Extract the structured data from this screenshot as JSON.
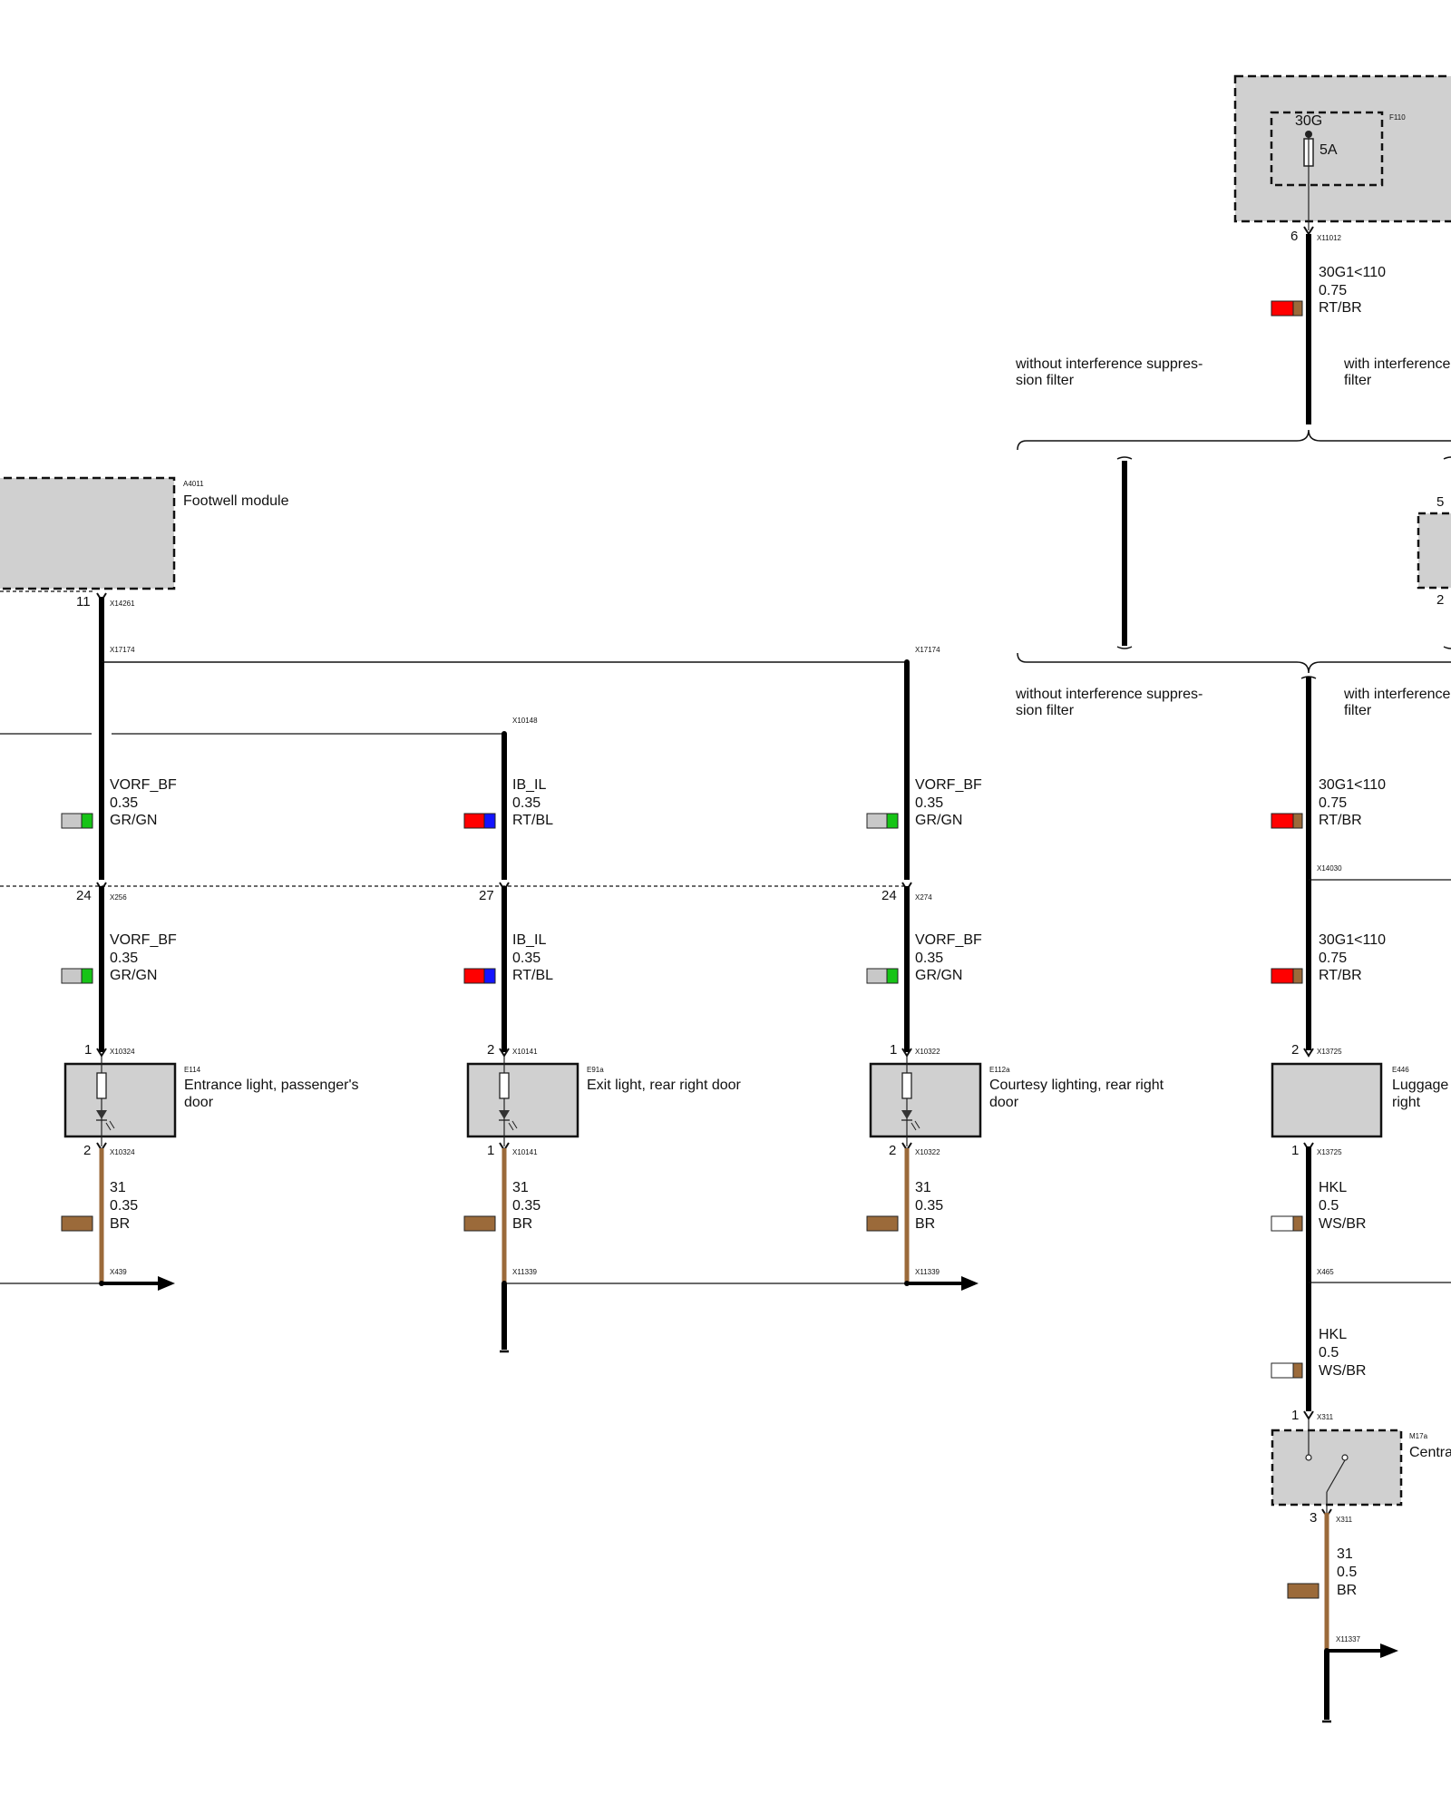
{
  "colors": {
    "background": "#ffffff",
    "component_fill": "#d0d0d0",
    "black_wire": "#000000",
    "brown_wire": "#9b6a3a",
    "red": "#ff0000",
    "blue": "#1414ff",
    "green": "#16c416",
    "grey": "#c8c8c8",
    "brown": "#9b6a3a",
    "white": "#ffffff"
  },
  "fuse": {
    "id": "F110",
    "terminal": "30G",
    "rating": "5A",
    "connector": "X11012",
    "pin": "6",
    "wire_signal": "30G1<110",
    "wire_size": "0.75",
    "wire_color": "RT/BR"
  },
  "variants": {
    "without": "without interference suppres-\nsion filter",
    "with": "with interference suppression\nfilter",
    "mid_pin_top": "5",
    "mid_pin_bottom": "2"
  },
  "footwell_module": {
    "id": "A4011",
    "name": "Footwell module",
    "pin": "11",
    "connector": "X14261",
    "splice": "X17174"
  },
  "splice_labels": {
    "x17174_right": "X17174",
    "x10148": "X10148",
    "x14030": "X14030",
    "x465": "X465"
  },
  "columns": [
    {
      "wire1": {
        "signal": "VORF_BF",
        "size": "0.35",
        "color": "GR/GN"
      },
      "door_pin": "24",
      "door_connector": "X256",
      "wire2": {
        "signal": "VORF_BF",
        "size": "0.35",
        "color": "GR/GN"
      },
      "comp_pin_top": "1",
      "comp_connector_top": "X10324",
      "component": {
        "id": "E114",
        "name": "Entrance light, passenger's\ndoor"
      },
      "comp_pin_bottom": "2",
      "comp_connector_bottom": "X10324",
      "ground": {
        "signal": "31",
        "size": "0.35",
        "color": "BR"
      },
      "ground_connector": "X439"
    },
    {
      "wire1": {
        "signal": "IB_IL",
        "size": "0.35",
        "color": "RT/BL"
      },
      "door_pin": "27",
      "door_connector": "",
      "wire2": {
        "signal": "IB_IL",
        "size": "0.35",
        "color": "RT/BL"
      },
      "comp_pin_top": "2",
      "comp_connector_top": "X10141",
      "component": {
        "id": "E91a",
        "name": "Exit light, rear right door"
      },
      "comp_pin_bottom": "1",
      "comp_connector_bottom": "X10141",
      "ground": {
        "signal": "31",
        "size": "0.35",
        "color": "BR"
      },
      "ground_connector": "X11339"
    },
    {
      "wire1": {
        "signal": "VORF_BF",
        "size": "0.35",
        "color": "GR/GN"
      },
      "door_pin": "24",
      "door_connector": "X274",
      "wire2": {
        "signal": "VORF_BF",
        "size": "0.35",
        "color": "GR/GN"
      },
      "comp_pin_top": "1",
      "comp_connector_top": "X10322",
      "component": {
        "id": "E112a",
        "name": "Courtesy lighting, rear right\ndoor"
      },
      "comp_pin_bottom": "2",
      "comp_connector_bottom": "X10322",
      "ground": {
        "signal": "31",
        "size": "0.35",
        "color": "BR"
      },
      "ground_connector": "X11339"
    }
  ],
  "right_column": {
    "wire_a": {
      "signal": "30G1<110",
      "size": "0.75",
      "color": "RT/BR"
    },
    "wire_b": {
      "signal": "30G1<110",
      "size": "0.75",
      "color": "RT/BR"
    },
    "luggage_pin_top": "2",
    "luggage_connector_top": "X13725",
    "luggage_light": {
      "id": "E446",
      "name": "Luggage compartment light,\nright"
    },
    "luggage_pin_bottom": "1",
    "luggage_connector_bottom": "X13725",
    "wire_c": {
      "signal": "HKL",
      "size": "0.5",
      "color": "WS/BR"
    },
    "wire_d": {
      "signal": "HKL",
      "size": "0.5",
      "color": "WS/BR"
    },
    "switch_pin_top": "1",
    "switch_connector_top": "X311",
    "switch": {
      "id": "M17a",
      "name": "Central locking"
    },
    "switch_pin_bottom": "3",
    "switch_connector_bottom": "X311",
    "ground": {
      "signal": "31",
      "size": "0.5",
      "color": "BR"
    },
    "ground_connector": "X11337"
  }
}
